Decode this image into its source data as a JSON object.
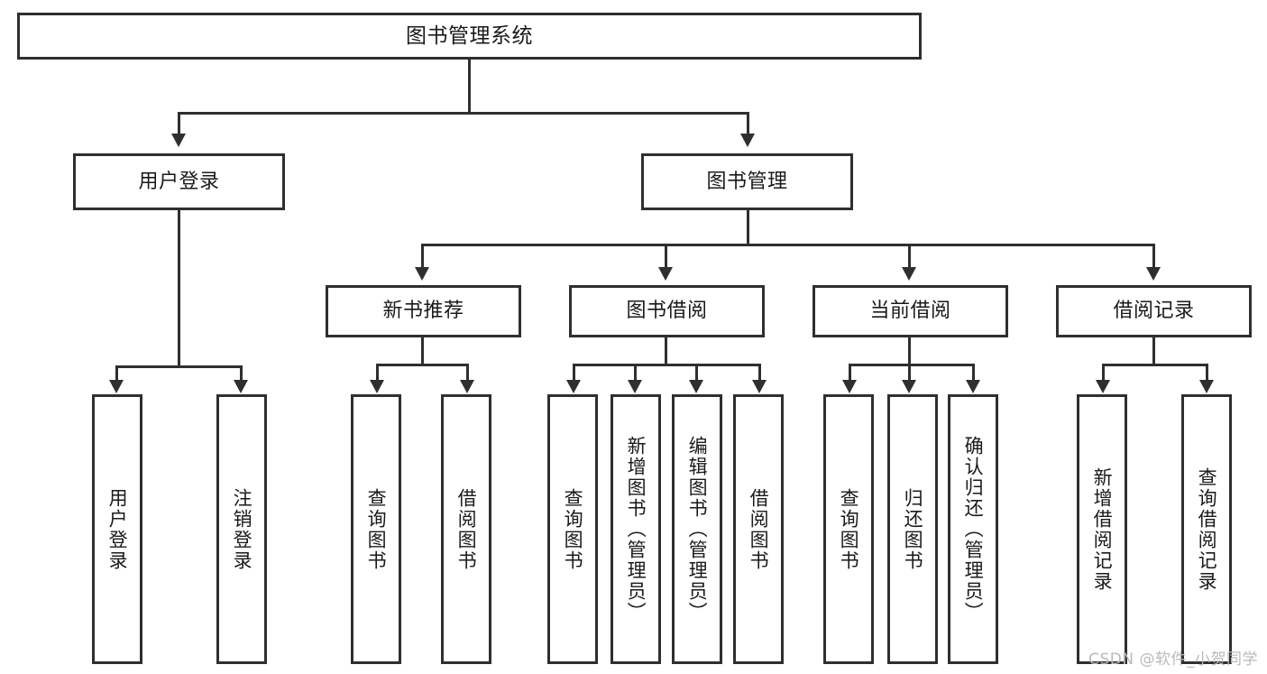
{
  "diagram": {
    "title": "图书管理系统",
    "watermark": "CSDN @软件_小贺同学",
    "colors": {
      "stroke": "#2f2f2f",
      "fill": "#ffffff",
      "text": "#1a1a1a",
      "watermark": "#b9b9b9"
    },
    "nodes": {
      "root": {
        "label": "图书管理系统"
      },
      "level2": [
        {
          "id": "user-login",
          "label": "用户登录"
        },
        {
          "id": "book-manage",
          "label": "图书管理"
        }
      ],
      "level3": [
        {
          "id": "new-book-recommend",
          "label": "新书推荐"
        },
        {
          "id": "book-borrow",
          "label": "图书借阅"
        },
        {
          "id": "current-borrow",
          "label": "当前借阅"
        },
        {
          "id": "borrow-record",
          "label": "借阅记录"
        }
      ],
      "leaves": [
        {
          "id": "leaf-user-login",
          "label": "用户登录"
        },
        {
          "id": "leaf-logout-login",
          "label": "注销登录"
        },
        {
          "id": "leaf-query-book-1",
          "label": "查询图书"
        },
        {
          "id": "leaf-borrow-book-1",
          "label": "借阅图书"
        },
        {
          "id": "leaf-query-book-2",
          "label": "查询图书"
        },
        {
          "id": "leaf-add-book",
          "label": "新增图书（管理员）"
        },
        {
          "id": "leaf-edit-book",
          "label": "编辑图书（管理员）"
        },
        {
          "id": "leaf-borrow-book-2",
          "label": "借阅图书"
        },
        {
          "id": "leaf-query-book-3",
          "label": "查询图书"
        },
        {
          "id": "leaf-return-book",
          "label": "归还图书"
        },
        {
          "id": "leaf-confirm-return",
          "label": "确认归还（管理员）"
        },
        {
          "id": "leaf-add-record",
          "label": "新增借阅记录"
        },
        {
          "id": "leaf-query-record",
          "label": "查询借阅记录"
        }
      ]
    }
  }
}
